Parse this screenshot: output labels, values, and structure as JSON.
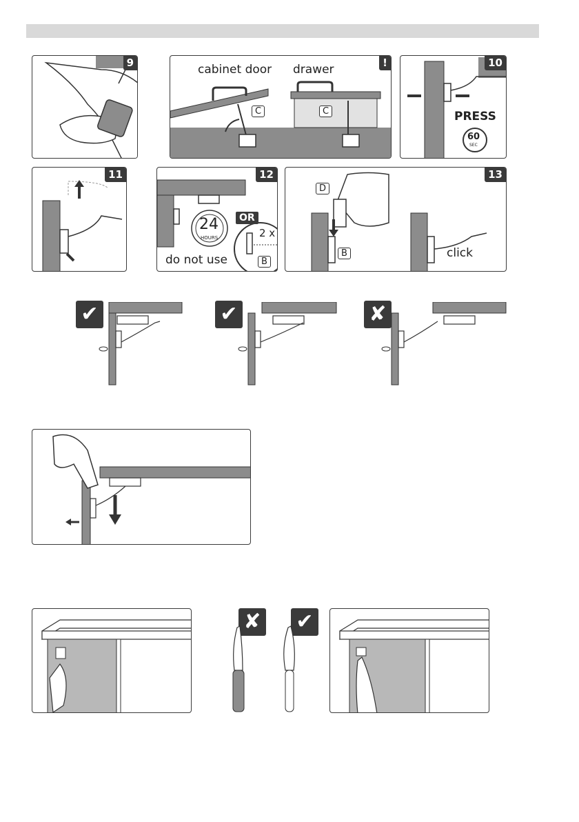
{
  "steps": {
    "s9": "9",
    "s10": "10",
    "s11": "11",
    "s12": "12",
    "s13": "13",
    "warning": "!"
  },
  "labels": {
    "cabinet_door": "cabinet door",
    "drawer": "drawer",
    "press": "PRESS",
    "sec_value": "60",
    "sec_unit": "SEC",
    "hours_value": "24",
    "hours_unit": "HOURS",
    "do_not_use": "do not use",
    "or": "OR",
    "two_x": "2 x",
    "click": "click"
  },
  "part_tags": {
    "c": "C",
    "b": "B",
    "d": "D"
  },
  "marks": {
    "check": "✔",
    "cross": "✘"
  },
  "colors": {
    "dark": "#3a3a3a",
    "wood": "#8c8c8c",
    "light_gray": "#d9d9d9",
    "inside": "#b8b8b8"
  }
}
